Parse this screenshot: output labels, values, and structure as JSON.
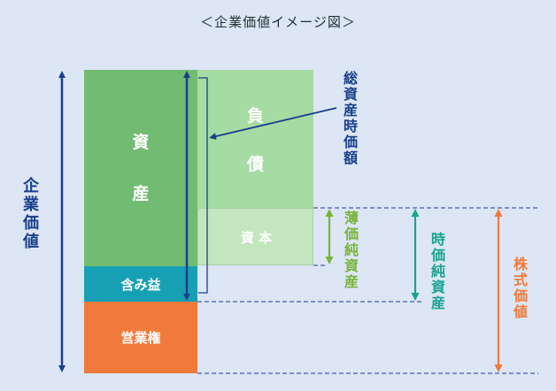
{
  "title": "＜企業価値イメージ図＞",
  "boxes": {
    "assets": {
      "char1": "資",
      "char2": "産"
    },
    "unrealized_gain": "含み益",
    "goodwill": "営業権",
    "liabilities": {
      "char1": "負",
      "char2": "債"
    },
    "capital": "資 本"
  },
  "labels": {
    "enterprise_value": "企業価値",
    "total_asset_market_value": "総資産時価額",
    "book_net_assets": "薄価純資産",
    "market_net_assets": "時価純資産",
    "stock_value": "株式価値"
  },
  "colors": {
    "background": "#dce6f5",
    "assets": "#72bb72",
    "unrealized_gain": "#17a0b4",
    "goodwill": "#f07a3b",
    "liabilities": "#a6dba3",
    "capital": "#c4e6bf",
    "navy": "#1a3f8c",
    "lime_green": "#7ab33a",
    "teal": "#1aa392",
    "orange": "#f07a3b"
  }
}
